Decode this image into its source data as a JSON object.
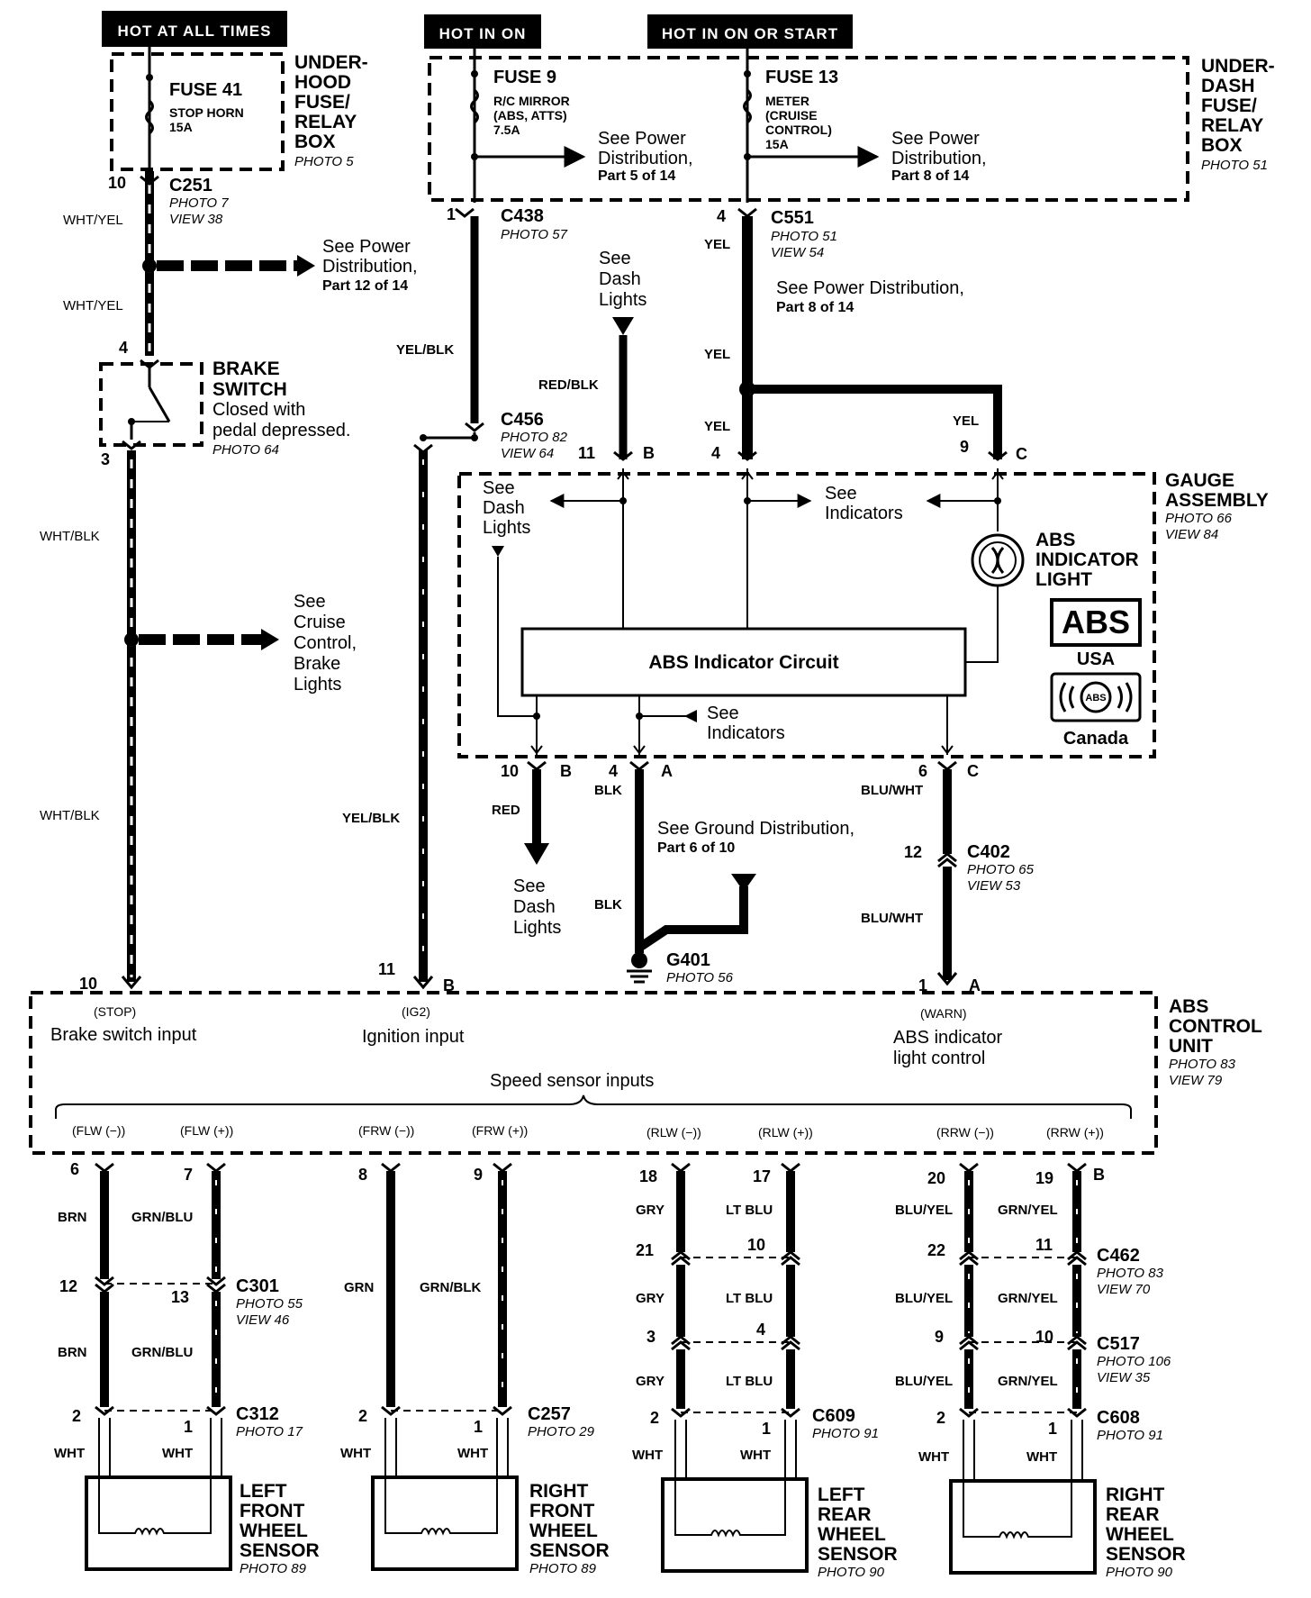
{
  "headers": {
    "hot_always": "HOT AT ALL TIMES",
    "hot_on": "HOT IN ON",
    "hot_on_start": "HOT IN ON OR START"
  },
  "underhood": {
    "fuse_name": "FUSE 41",
    "fuse_desc_1": "STOP HORN",
    "fuse_desc_2": "15A",
    "box_title_1": "UNDER-",
    "box_title_2": "HOOD",
    "box_title_3": "FUSE/",
    "box_title_4": "RELAY",
    "box_title_5": "BOX",
    "box_photo": "PHOTO 5"
  },
  "underdash": {
    "fuse9_name": "FUSE 9",
    "fuse9_desc_1": "R/C MIRROR",
    "fuse9_desc_2": "(ABS, ATTS)",
    "fuse9_desc_3": "7.5A",
    "fuse13_name": "FUSE 13",
    "fuse13_desc_1": "METER",
    "fuse13_desc_2": "(CRUISE",
    "fuse13_desc_3": "CONTROL)",
    "fuse13_desc_4": "15A",
    "see_power_1a": "See Power",
    "see_power_1b": "Distribution,",
    "see_power_1c": "Part 5 of 14",
    "see_power_2a": "See Power",
    "see_power_2b": "Distribution,",
    "see_power_2c": "Part 8 of 14",
    "box_title_1": "UNDER-",
    "box_title_2": "DASH",
    "box_title_3": "FUSE/",
    "box_title_4": "RELAY",
    "box_title_5": "BOX",
    "box_photo": "PHOTO 51"
  },
  "connectors": {
    "c251": {
      "name": "C251",
      "photo": "PHOTO 7",
      "view": "VIEW 38",
      "pin": "10"
    },
    "c438": {
      "name": "C438",
      "photo": "PHOTO 57",
      "pin": "1"
    },
    "c551": {
      "name": "C551",
      "photo": "PHOTO 51",
      "view": "VIEW 54",
      "pin": "4"
    },
    "c456": {
      "name": "C456",
      "photo": "PHOTO 82",
      "view": "VIEW 64"
    },
    "c402": {
      "name": "C402",
      "photo": "PHOTO 65",
      "view": "VIEW 53",
      "pin": "12"
    },
    "g401": {
      "name": "G401",
      "photo": "PHOTO 56"
    },
    "c301": {
      "name": "C301",
      "photo": "PHOTO 55",
      "view": "VIEW 46"
    },
    "c312": {
      "name": "C312",
      "photo": "PHOTO 17"
    },
    "c257": {
      "name": "C257",
      "photo": "PHOTO 29"
    },
    "c462": {
      "name": "C462",
      "photo": "PHOTO 83",
      "view": "VIEW 70"
    },
    "c517": {
      "name": "C517",
      "photo": "PHOTO 106",
      "view": "VIEW 35"
    },
    "c609": {
      "name": "C609",
      "photo": "PHOTO 91"
    },
    "c608": {
      "name": "C608",
      "photo": "PHOTO 91"
    }
  },
  "wires": {
    "wht_yel": "WHT/YEL",
    "wht_blk": "WHT/BLK",
    "yel_blk": "YEL/BLK",
    "yel": "YEL",
    "red_blk": "RED/BLK",
    "red": "RED",
    "blk": "BLK",
    "blu_wht": "BLU/WHT",
    "brn": "BRN",
    "grn_blu": "GRN/BLU",
    "grn": "GRN",
    "grn_blk": "GRN/BLK",
    "gry": "GRY",
    "lt_blu": "LT BLU",
    "blu_yel": "BLU/YEL",
    "grn_yel": "GRN/YEL",
    "wht": "WHT"
  },
  "refs": {
    "see_power_12a": "See Power",
    "see_power_12b": "Distribution,",
    "see_power_12c": "Part 12 of 14",
    "see_dash_a": "See",
    "see_dash_b": "Dash",
    "see_dash_c": "Lights",
    "see_power_8a": "See Power Distribution,",
    "see_power_8b": "Part 8 of 14",
    "see_cruise_a": "See",
    "see_cruise_b": "Cruise",
    "see_cruise_c": "Control,",
    "see_cruise_d": "Brake",
    "see_cruise_e": "Lights",
    "see_ground_a": "See Ground Distribution,",
    "see_ground_b": "Part 6 of 10",
    "see_indicators_a": "See",
    "see_indicators_b": "Indicators"
  },
  "brake_switch": {
    "title_1": "BRAKE",
    "title_2": "SWITCH",
    "desc_1": "Closed with",
    "desc_2": "pedal depressed.",
    "photo": "PHOTO 64",
    "pin_top": "4",
    "pin_bottom": "3"
  },
  "gauge": {
    "title_1": "GAUGE",
    "title_2": "ASSEMBLY",
    "photo": "PHOTO 66",
    "view": "VIEW 84",
    "circuit": "ABS Indicator Circuit",
    "light_1": "ABS",
    "light_2": "INDICATOR",
    "light_3": "LIGHT",
    "abs_symbol": "ABS",
    "usa": "USA",
    "canada": "Canada"
  },
  "pins": {
    "p11": "11",
    "pB": "B",
    "p4": "4",
    "p9": "9",
    "pC": "C",
    "p10": "10",
    "pA": "A",
    "p6": "6",
    "p1": "1",
    "p12": "12"
  },
  "abs_unit": {
    "title_1": "ABS",
    "title_2": "CONTROL",
    "title_3": "UNIT",
    "photo": "PHOTO 83",
    "view": "VIEW 79",
    "stop": "(STOP)",
    "stop_desc": "Brake switch input",
    "ig2": "(IG2)",
    "ig2_desc": "Ignition input",
    "warn": "(WARN)",
    "warn_desc_1": "ABS indicator",
    "warn_desc_2": "light control",
    "speed": "Speed sensor inputs",
    "flw_m": "(FLW (−))",
    "flw_p": "(FLW (+))",
    "frw_m": "(FRW (−))",
    "frw_p": "(FRW (+))",
    "rlw_m": "(RLW (−))",
    "rlw_p": "(RLW (+))",
    "rrw_m": "(RRW (−))",
    "rrw_p": "(RRW (+))",
    "pin_10": "10",
    "pin_11": "11",
    "pin_B": "B",
    "pin_1": "1",
    "pin_A": "A"
  },
  "sensor_pins": {
    "p6": "6",
    "p7": "7",
    "p8": "8",
    "p9": "9",
    "p18": "18",
    "p17": "17",
    "p20": "20",
    "p19": "19",
    "pB": "B",
    "p12": "12",
    "p13": "13",
    "p21": "21",
    "p10": "10",
    "p22": "22",
    "p11": "11",
    "p3": "3",
    "p4": "4",
    "p9b": "9",
    "p10b": "10",
    "p2": "2",
    "p1": "1"
  },
  "sensors": {
    "lf": [
      "LEFT",
      "FRONT",
      "WHEEL",
      "SENSOR"
    ],
    "lf_photo": "PHOTO 89",
    "rf": [
      "RIGHT",
      "FRONT",
      "WHEEL",
      "SENSOR"
    ],
    "rf_photo": "PHOTO 89",
    "lr": [
      "LEFT",
      "REAR",
      "WHEEL",
      "SENSOR"
    ],
    "lr_photo": "PHOTO 90",
    "rr": [
      "RIGHT",
      "REAR",
      "WHEEL",
      "SENSOR"
    ],
    "rr_photo": "PHOTO 90"
  }
}
